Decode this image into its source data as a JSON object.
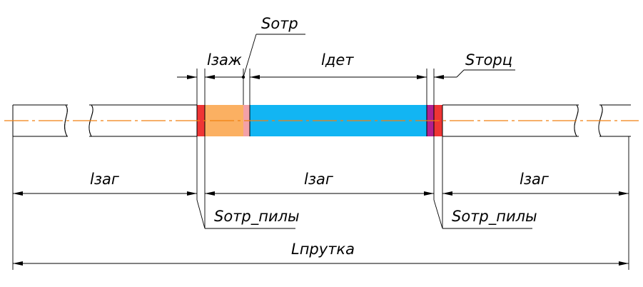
{
  "labels": {
    "s_otr": "Sотр",
    "l_zazh": "lзаж",
    "l_det": "lдет",
    "s_torc": "Sторц",
    "l_zag_left": "lзаг",
    "l_zag_mid": "lзаг",
    "l_zag_right": "lзаг",
    "s_otr_pily_left": "Sотр_пилы",
    "s_otr_pily_right": "Sотр_пилы",
    "l_prutka": "Lпрутка"
  },
  "colors": {
    "saw_cut": "#ef3535",
    "clamp_zone": "#fbb062",
    "cut_allowance": "#f3a1a8",
    "part": "#12b5f3",
    "face_allowance": "#b2208f",
    "axis_line": "#f07f10"
  }
}
